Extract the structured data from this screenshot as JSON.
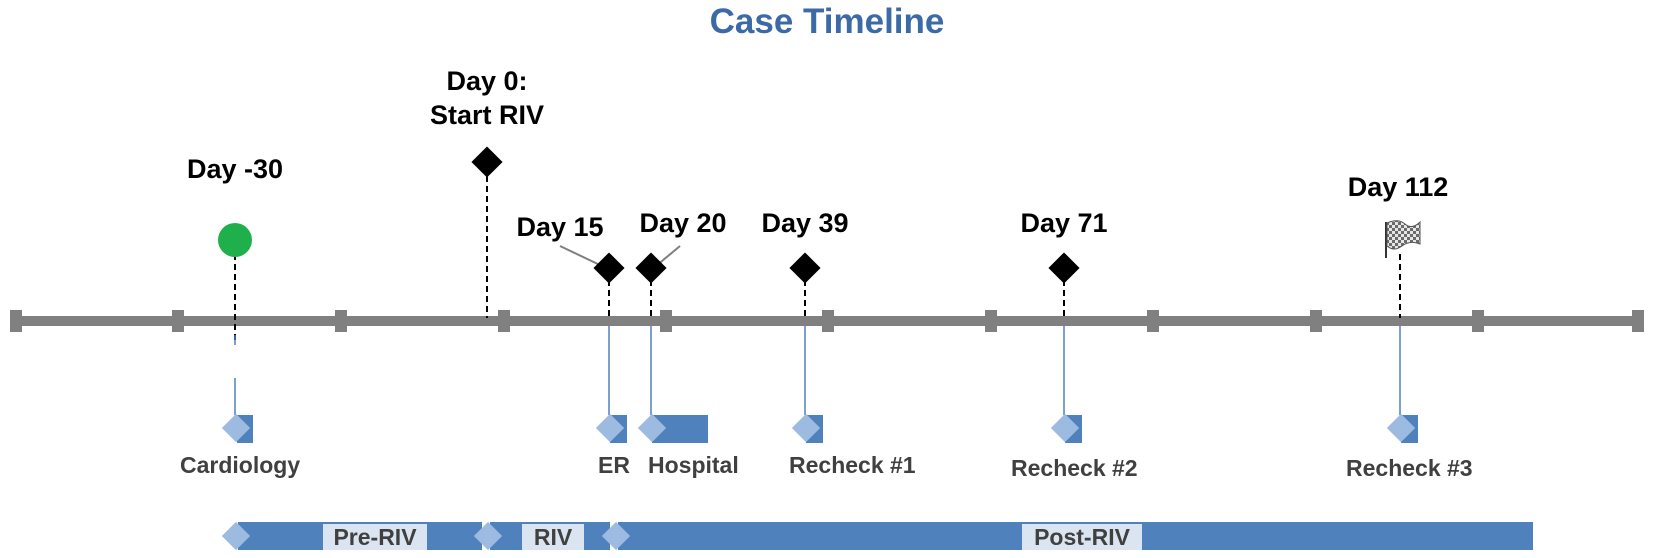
{
  "title": "Case Timeline",
  "events": [
    {
      "id": "day-neg30",
      "label": "Day -30",
      "marker": "green-circle-icon",
      "color": "#1fb04b"
    },
    {
      "id": "day-0",
      "label": "Day 0:\nStart RIV",
      "marker": "black-diamond-icon"
    },
    {
      "id": "day-15",
      "label": "Day 15",
      "marker": "black-diamond-icon"
    },
    {
      "id": "day-20",
      "label": "Day 20",
      "marker": "black-diamond-icon"
    },
    {
      "id": "day-39",
      "label": "Day 39",
      "marker": "black-diamond-icon"
    },
    {
      "id": "day-71",
      "label": "Day 71",
      "marker": "black-diamond-icon"
    },
    {
      "id": "day-112",
      "label": "Day 112",
      "marker": "checkered-flag-icon"
    }
  ],
  "visits": [
    {
      "id": "cardiology",
      "label": "Cardiology"
    },
    {
      "id": "er",
      "label": "ER"
    },
    {
      "id": "hospital",
      "label": "Hospital"
    },
    {
      "id": "recheck-1",
      "label": "Recheck #1"
    },
    {
      "id": "recheck-2",
      "label": "Recheck #2"
    },
    {
      "id": "recheck-3",
      "label": "Recheck #3"
    }
  ],
  "phases": [
    {
      "id": "pre-riv",
      "label": "Pre-RIV"
    },
    {
      "id": "riv",
      "label": "RIV"
    },
    {
      "id": "post-riv",
      "label": "Post-RIV"
    }
  ],
  "colors": {
    "title": "#3b6aa7",
    "axis": "#808080",
    "bar": "#4f81bd",
    "bar_light": "#9dbbe0",
    "tag_label_bg": "#dbe5f1",
    "marker": "#000000",
    "start_marker": "#1fb04b"
  }
}
